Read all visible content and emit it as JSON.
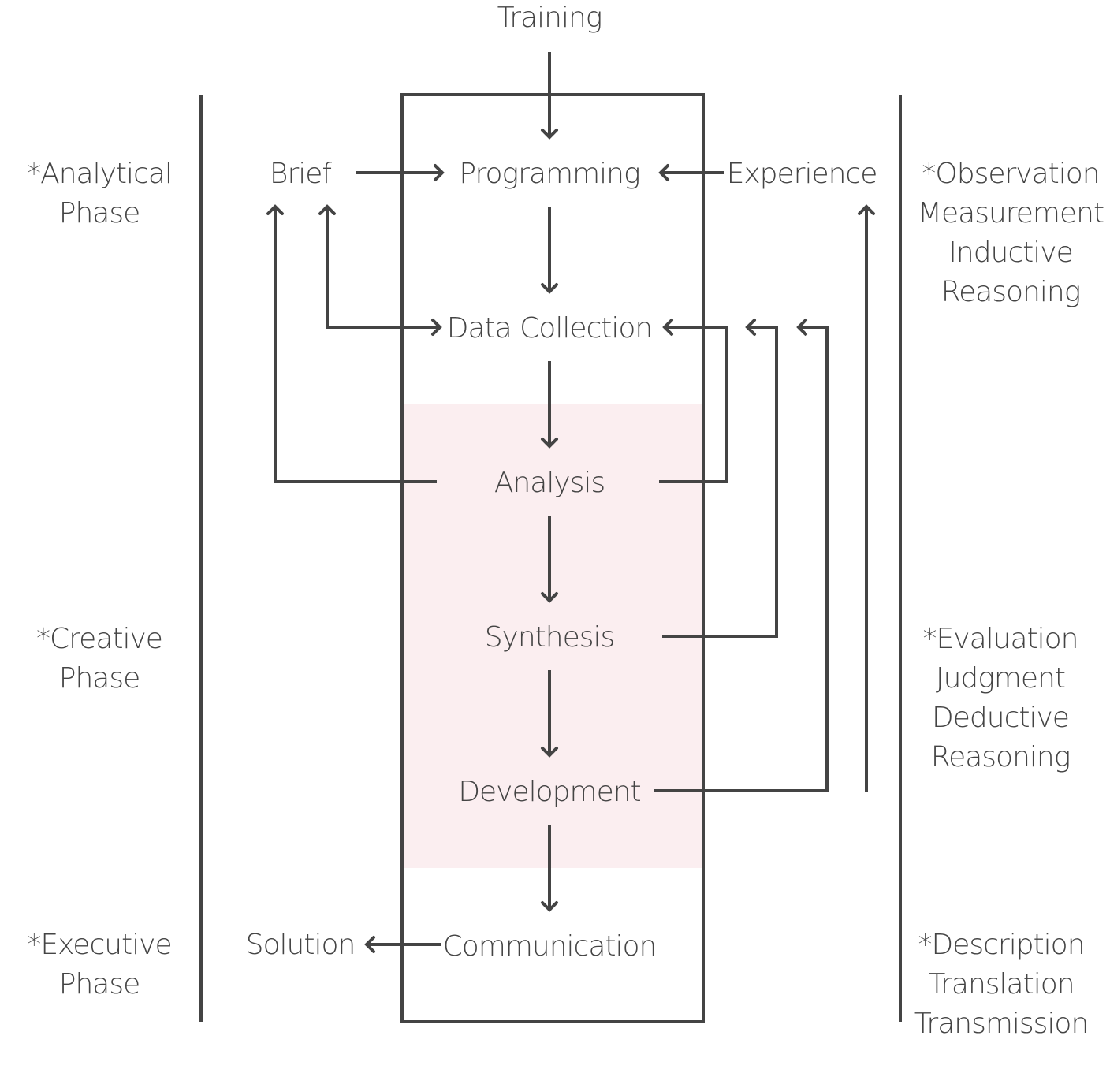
{
  "diagram": {
    "top_label": "Training",
    "process_steps": [
      "Programming",
      "Data Collection",
      "Analysis",
      "Synthesis",
      "Development",
      "Communication"
    ],
    "inputs": {
      "brief": "Brief",
      "experience": "Experience"
    },
    "output": "Solution",
    "phases_left": [
      {
        "line1": "*Analytical",
        "line2": "Phase"
      },
      {
        "line1": "*Creative",
        "line2": "Phase"
      },
      {
        "line1": "*Executive",
        "line2": "Phase"
      }
    ],
    "phases_right": [
      {
        "lines": [
          "*Observation",
          "Measurement",
          "Inductive",
          "Reasoning"
        ]
      },
      {
        "lines": [
          "*Evaluation",
          "Judgment",
          "Deductive",
          "Reasoning"
        ]
      },
      {
        "lines": [
          "*Description",
          "Translation",
          "Transmission"
        ]
      }
    ],
    "colors": {
      "stroke": "#444444",
      "highlight": "#fbeef0",
      "text": "#444444"
    }
  }
}
